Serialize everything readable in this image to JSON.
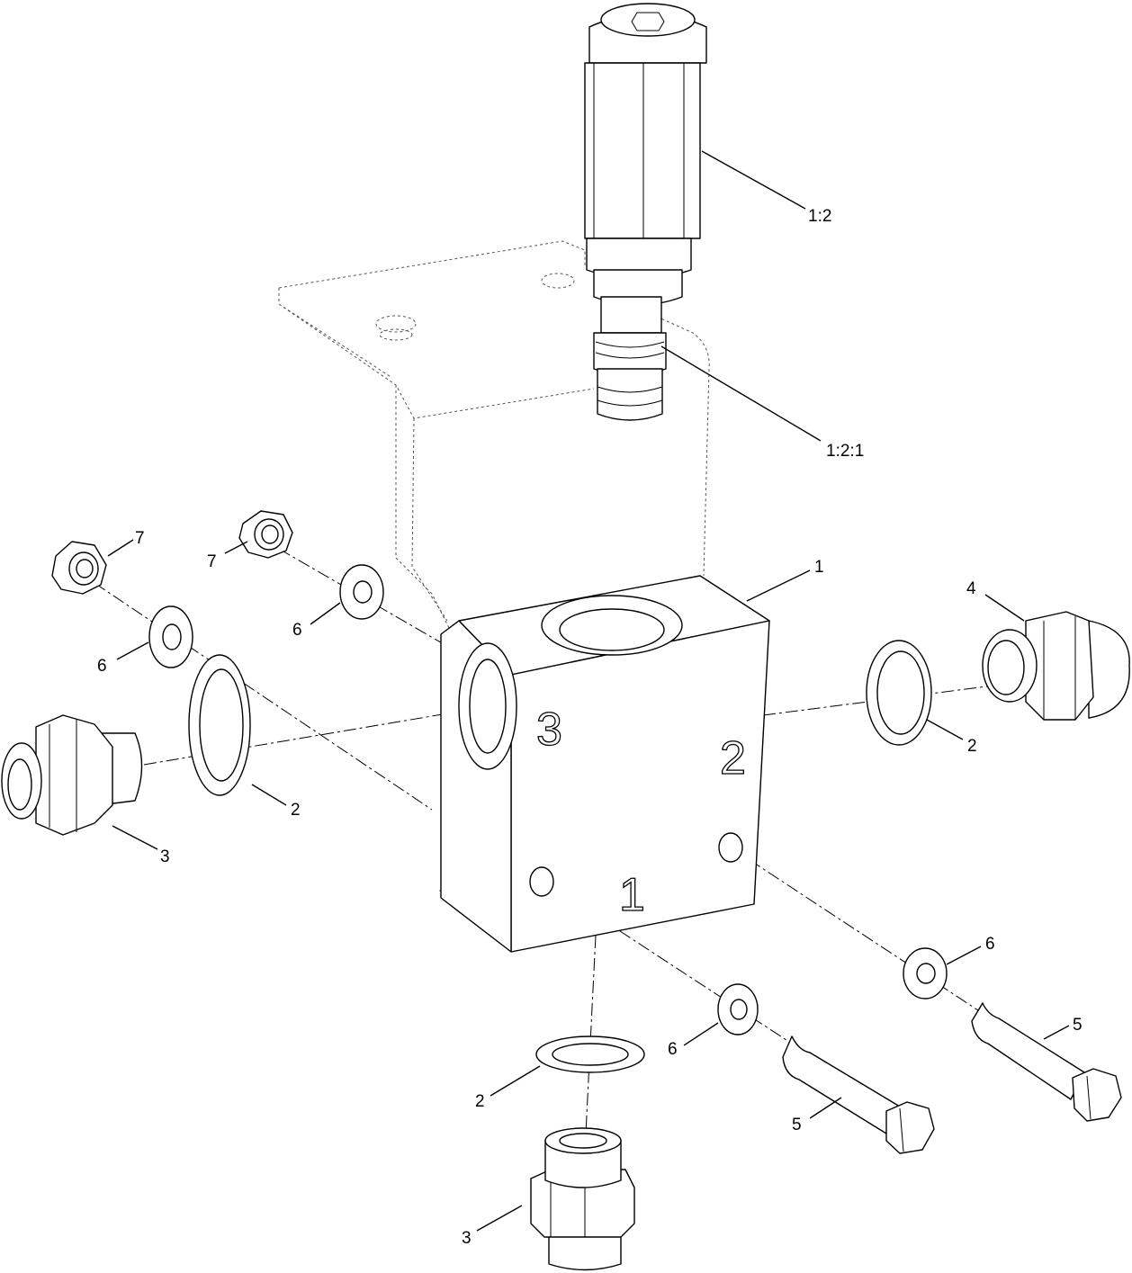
{
  "callouts": {
    "manifold_block": "1",
    "relief_valve": "1:2",
    "valve_seal": "1:2:1",
    "oring_left": "2",
    "oring_right": "2",
    "oring_bottom": "2",
    "fitting_left": "3",
    "fitting_bottom": "3",
    "fitting_right": "4",
    "bolt_center": "5",
    "bolt_right": "5",
    "washer_upper_left": "6",
    "washer_upper_mid": "6",
    "washer_lower_mid": "6",
    "washer_lower_right": "6",
    "nut_left": "7",
    "nut_mid": "7"
  },
  "port_labels": {
    "port_3": "3",
    "port_2": "2",
    "port_1": "1"
  }
}
